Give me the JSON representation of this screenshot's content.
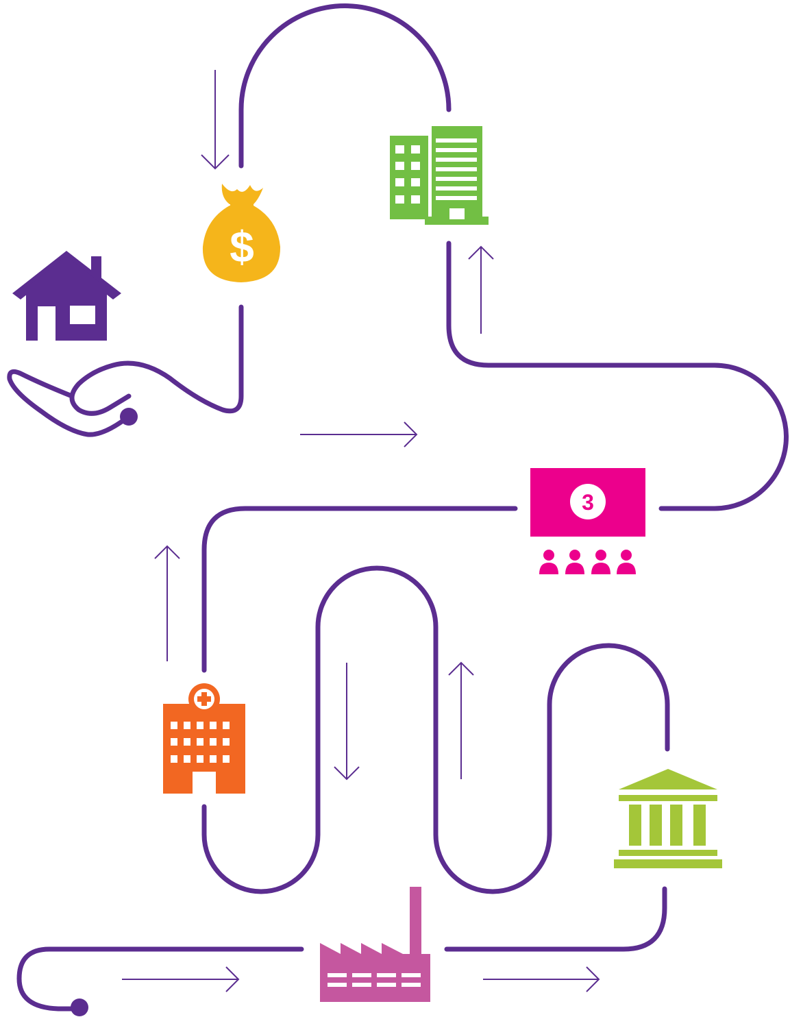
{
  "colors": {
    "path": "#5b2d90",
    "house": "#5b2d90",
    "money_bag": "#f5b51b",
    "office_building": "#72bf44",
    "cinema": "#ec008c",
    "hospital": "#f26722",
    "bank": "#a4c639",
    "factory": "#c5579f",
    "white": "#ffffff"
  },
  "icons": {
    "money_bag": {
      "name": "money-bag-icon",
      "symbol": "$"
    },
    "cinema": {
      "name": "cinema-screen-icon",
      "badge": "3"
    },
    "house": {
      "name": "house-in-hand-icon"
    },
    "office_building": {
      "name": "office-building-icon"
    },
    "hospital": {
      "name": "hospital-icon"
    },
    "bank": {
      "name": "bank-icon"
    },
    "factory": {
      "name": "factory-icon"
    },
    "audience": {
      "name": "audience-icon"
    }
  },
  "arrows": [
    {
      "name": "arrow-down-to-money",
      "direction": "down"
    },
    {
      "name": "arrow-up-to-office",
      "direction": "up"
    },
    {
      "name": "arrow-right-middle",
      "direction": "right"
    },
    {
      "name": "arrow-up-hospital",
      "direction": "up"
    },
    {
      "name": "arrow-down-middle-loop",
      "direction": "down"
    },
    {
      "name": "arrow-up-middle-loop",
      "direction": "up"
    },
    {
      "name": "arrow-right-bottom-left",
      "direction": "right"
    },
    {
      "name": "arrow-right-bottom-right",
      "direction": "right"
    }
  ]
}
